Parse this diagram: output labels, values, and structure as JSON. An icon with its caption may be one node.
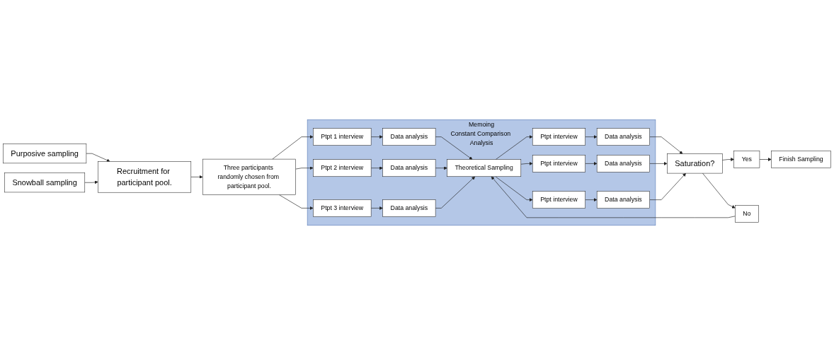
{
  "diagram": {
    "nodes": [
      {
        "text": [
          "Purposive sampling"
        ]
      },
      {
        "text": [
          "Recruitment for participant pool."
        ]
      },
      {
        "text": [
          "Snowball sampling"
        ]
      },
      {
        "text": [
          "Three participants randomly chosen from participant pool."
        ]
      },
      {
        "text": [
          "Memoing",
          "Constant Comparison Analysis"
        ]
      },
      {
        "text": [
          "Ptpt 1 interview"
        ],
        "in": 4
      },
      {
        "text": [
          "Data analysis"
        ],
        "in": 4
      },
      {
        "text": [
          "Ptpt 2 interview"
        ],
        "in": 4
      },
      {
        "text": [
          "Data analysis"
        ],
        "in": 4
      },
      {
        "text": [
          "Ptpt 3 interview"
        ],
        "in": 4
      },
      {
        "text": [
          "Data analysis"
        ],
        "in": 4
      },
      {
        "text": [
          "Theoretical Sampling"
        ],
        "in": 4
      },
      {
        "text": [
          "Ptpt interview"
        ],
        "in": 4
      },
      {
        "text": [
          "Data analysis"
        ],
        "in": 4
      },
      {
        "text": [
          "Ptpt interview"
        ],
        "in": 4
      },
      {
        "text": [
          "Data analysis"
        ],
        "in": 4
      },
      {
        "text": [
          "Ptpt interview"
        ],
        "in": 4
      },
      {
        "text": [
          "Data analysis"
        ],
        "in": 4
      },
      {
        "text": [
          "Finish Sampling"
        ]
      },
      {
        "text": [
          "Yes"
        ]
      },
      {
        "text": [
          "Saturation?"
        ]
      },
      {
        "text": [
          "No"
        ]
      }
    ],
    "edges": [
      {
        "from": 0,
        "to": 1,
        "arrow": "to"
      },
      {
        "from": 2,
        "to": 1,
        "arrow": "to"
      },
      {
        "from": 1,
        "to": 3,
        "arrow": "to"
      },
      {
        "from": 3,
        "to": 5,
        "arrow": "to"
      },
      {
        "from": 3,
        "to": 7,
        "arrow": "to"
      },
      {
        "from": 3,
        "to": 9,
        "arrow": "to"
      },
      {
        "from": 5,
        "to": 6,
        "arrow": "to"
      },
      {
        "from": 7,
        "to": 8,
        "arrow": "to"
      },
      {
        "from": 9,
        "to": 10,
        "arrow": "to"
      },
      {
        "from": 6,
        "to": 11,
        "arrow": "to"
      },
      {
        "from": 8,
        "to": 11,
        "arrow": "to"
      },
      {
        "from": 10,
        "to": 11,
        "arrow": "to"
      },
      {
        "from": 11,
        "to": 12,
        "arrow": "to"
      },
      {
        "from": 11,
        "to": 14,
        "arrow": "to"
      },
      {
        "from": 11,
        "to": 16,
        "arrow": "to"
      },
      {
        "from": 12,
        "to": 13,
        "arrow": "to"
      },
      {
        "from": 14,
        "to": 15,
        "arrow": "to"
      },
      {
        "from": 16,
        "to": 17,
        "arrow": "to"
      },
      {
        "from": 13,
        "to": 20,
        "arrow": "to"
      },
      {
        "from": 15,
        "to": 20,
        "arrow": "to"
      },
      {
        "from": 17,
        "to": 20,
        "arrow": "to"
      },
      {
        "from": 20,
        "to": 19,
        "arrow": "to"
      },
      {
        "from": 19,
        "to": 18,
        "arrow": "to"
      },
      {
        "from": 20,
        "to": 21,
        "arrow": "to"
      },
      {
        "from": 21,
        "to": 11,
        "arrow": "to"
      }
    ]
  }
}
